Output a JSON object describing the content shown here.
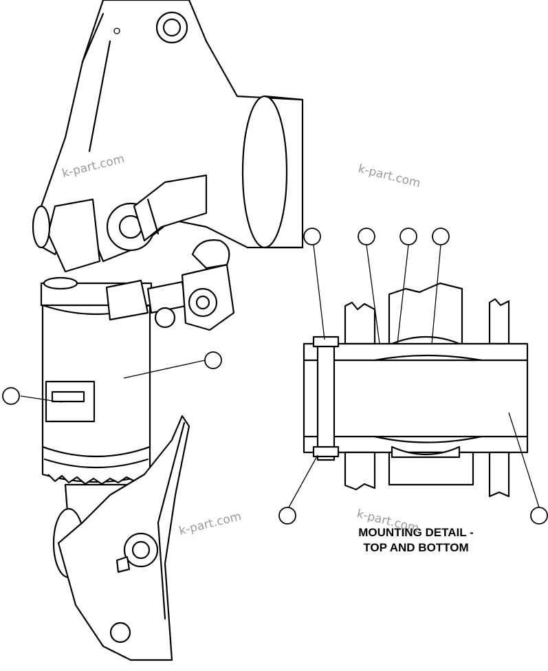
{
  "watermark": "k-part.com",
  "detail_caption": {
    "line1": "MOUNTING DETAIL -",
    "line2": "TOP AND BOTTOM"
  },
  "callouts": [
    "",
    "",
    "",
    "",
    "",
    "",
    "",
    ""
  ]
}
